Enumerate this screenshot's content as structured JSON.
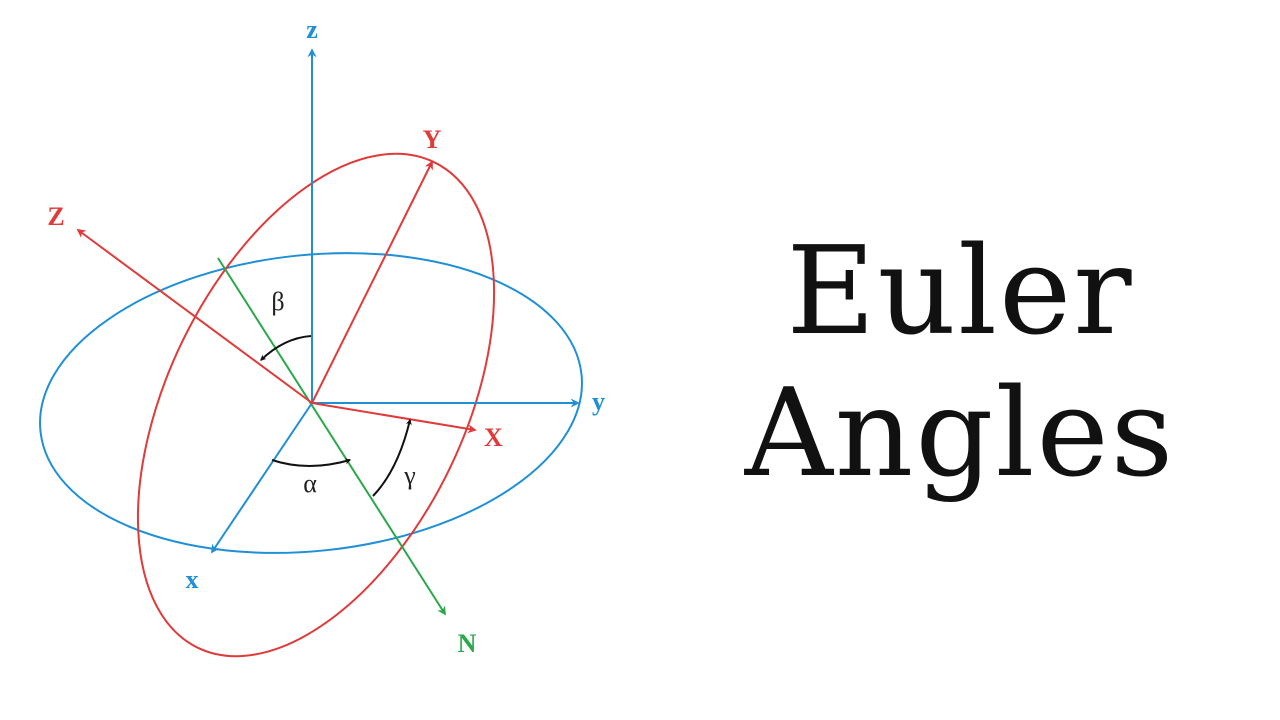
{
  "title": {
    "line1": "Euler",
    "line2": "Angles"
  },
  "diagram": {
    "labels": {
      "fixed_z": "z",
      "fixed_y": "y",
      "fixed_x": "x",
      "rot_Z": "Z",
      "rot_Y": "Y",
      "rot_X": "X",
      "node_N": "N",
      "alpha": "α",
      "beta": "β",
      "gamma": "γ"
    },
    "colors": {
      "fixed_frame": "#1f8fd6",
      "rotated_frame": "#e03a3a",
      "line_of_nodes": "#2aa84a",
      "angle_arcs": "#111111"
    }
  }
}
